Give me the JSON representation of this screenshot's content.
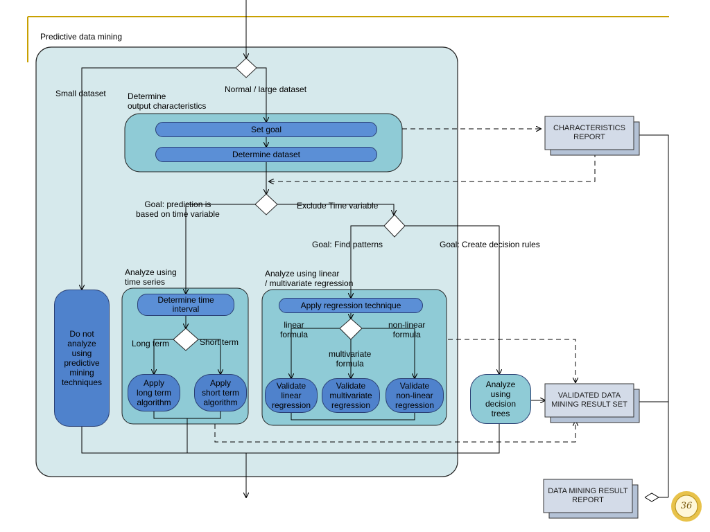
{
  "title": "Predictive data mining",
  "labels": {
    "small_dataset": "Small dataset",
    "normal_large": "Normal / large dataset",
    "determine_output": "Determine\noutput characteristics",
    "goal_time": "Goal: prediction  is\nbased on time variable",
    "exclude_time": "Exclude Time variable",
    "goal_patterns": "Goal: Find patterns",
    "goal_rules": "Goal: Create decision rules",
    "analyze_time_series": "Analyze using\ntime series",
    "analyze_regression": "Analyze using linear\n/ multivariate regression",
    "long_term": "Long term",
    "short_term": "Short term",
    "linear_formula": "linear\nformula",
    "multivariate_formula": "multivariate\nformula",
    "nonlinear_formula": "non-linear\nformula"
  },
  "boxes": {
    "set_goal": "Set goal",
    "determine_dataset": "Determine dataset",
    "do_not_analyze": "Do not\nanalyze\nusing\npredictive\nmining\ntechniques",
    "determine_interval": "Determine time\ninterval",
    "apply_long": "Apply\nlong term\nalgorithm",
    "apply_short": "Apply\nshort term\nalgorithm",
    "apply_regression": "Apply regression technique",
    "validate_linear": "Validate\nlinear\nregression",
    "validate_multivariate": "Validate\nmultivariate\nregression",
    "validate_nonlinear": "Validate\nnon-linear\nregression",
    "analyze_trees": "Analyze\nusing\ndecision\ntrees"
  },
  "documents": {
    "characteristics_report": "CHARACTERISTICS\nREPORT",
    "validated_result_set": "VALIDATED DATA\nMINING RESULT SET",
    "result_report": "DATA MINING RESULT\nREPORT"
  },
  "page_number": "36",
  "colors": {
    "frame": "#d6e9ec",
    "inner_panel": "#8fcbd6",
    "box": "#5b8fd6",
    "document": "#d3dbe8",
    "accent": "#c8a000"
  }
}
